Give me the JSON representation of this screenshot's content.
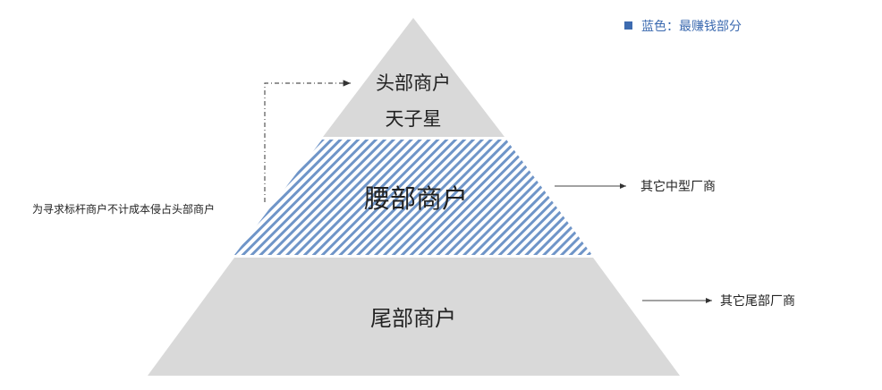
{
  "legend": {
    "label": "蓝色：最赚钱部分",
    "color": "#3d6bb0"
  },
  "pyramid": {
    "top": {
      "title": "头部商户",
      "subtitle": "天子星"
    },
    "middle": {
      "title": "腰部商户"
    },
    "bottom": {
      "title": "尾部商户"
    }
  },
  "annotations": {
    "left": "为寻求标杆商户不计成本侵占头部商户",
    "middle_right": "其它中型厂商",
    "bottom_right": "其它尾部厂商"
  },
  "colors": {
    "tier_fill": "#d9d9d9",
    "stripe": "#6f95c8",
    "text": "#222222"
  }
}
